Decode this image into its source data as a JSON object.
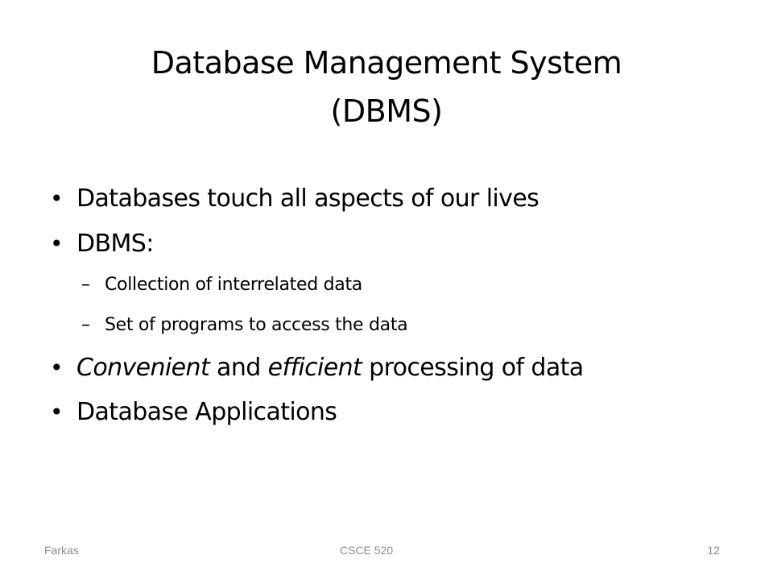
{
  "slide": {
    "title_line1": "Database Management System",
    "title_line2": "(DBMS)",
    "bullet_glyph": "•",
    "dash_glyph": "–",
    "bullets": [
      {
        "text": "Databases touch all aspects of our lives"
      },
      {
        "text": "DBMS:"
      },
      {
        "sub": "Collection of interrelated data"
      },
      {
        "sub": "Set of programs to access the data"
      },
      {
        "parts": [
          "Convenient",
          " and ",
          "efficient",
          " processing of data"
        ]
      },
      {
        "text": "Database Applications"
      }
    ]
  },
  "footer": {
    "author": "Farkas",
    "course": "CSCE 520",
    "page_number": "12"
  }
}
